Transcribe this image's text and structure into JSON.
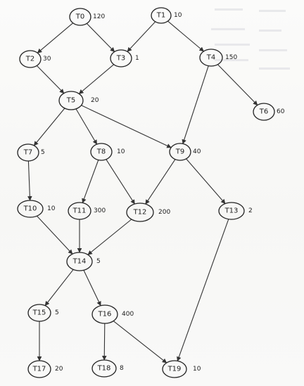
{
  "graph": {
    "nodes": [
      {
        "id": "T0",
        "label": "T0",
        "weight": "120"
      },
      {
        "id": "T1",
        "label": "T1",
        "weight": "10"
      },
      {
        "id": "T2",
        "label": "T2",
        "weight": "30"
      },
      {
        "id": "T3",
        "label": "T3",
        "weight": "1"
      },
      {
        "id": "T4",
        "label": "T4",
        "weight": "150"
      },
      {
        "id": "T5",
        "label": "T5",
        "weight": "20"
      },
      {
        "id": "T6",
        "label": "T6",
        "weight": "60"
      },
      {
        "id": "T7",
        "label": "T7",
        "weight": "5"
      },
      {
        "id": "T8",
        "label": "T8",
        "weight": "10"
      },
      {
        "id": "T9",
        "label": "T9",
        "weight": "40"
      },
      {
        "id": "T10",
        "label": "T10",
        "weight": "10"
      },
      {
        "id": "T11",
        "label": "T11",
        "weight": "300"
      },
      {
        "id": "T12",
        "label": "T12",
        "weight": "200"
      },
      {
        "id": "T13",
        "label": "T13",
        "weight": "2"
      },
      {
        "id": "T14",
        "label": "T14",
        "weight": "5"
      },
      {
        "id": "T15",
        "label": "T15",
        "weight": "5"
      },
      {
        "id": "T16",
        "label": "T16",
        "weight": "400"
      },
      {
        "id": "T17",
        "label": "T17",
        "weight": "20"
      },
      {
        "id": "T18",
        "label": "T18",
        "weight": "8"
      },
      {
        "id": "T19",
        "label": "T19",
        "weight": "10"
      }
    ],
    "edges": [
      [
        "T0",
        "T2"
      ],
      [
        "T0",
        "T3"
      ],
      [
        "T1",
        "T3"
      ],
      [
        "T1",
        "T4"
      ],
      [
        "T2",
        "T5"
      ],
      [
        "T3",
        "T5"
      ],
      [
        "T4",
        "T9"
      ],
      [
        "T4",
        "T6"
      ],
      [
        "T5",
        "T7"
      ],
      [
        "T5",
        "T8"
      ],
      [
        "T5",
        "T9"
      ],
      [
        "T7",
        "T10"
      ],
      [
        "T8",
        "T11"
      ],
      [
        "T8",
        "T12"
      ],
      [
        "T9",
        "T12"
      ],
      [
        "T9",
        "T13"
      ],
      [
        "T10",
        "T14"
      ],
      [
        "T11",
        "T14"
      ],
      [
        "T12",
        "T14"
      ],
      [
        "T13",
        "T19"
      ],
      [
        "T14",
        "T15"
      ],
      [
        "T14",
        "T16"
      ],
      [
        "T15",
        "T17"
      ],
      [
        "T16",
        "T18"
      ],
      [
        "T16",
        "T19"
      ]
    ]
  },
  "colors": {
    "ink": "#1c1c1c",
    "edge": "#333333",
    "paper": "#f8f8f6"
  }
}
